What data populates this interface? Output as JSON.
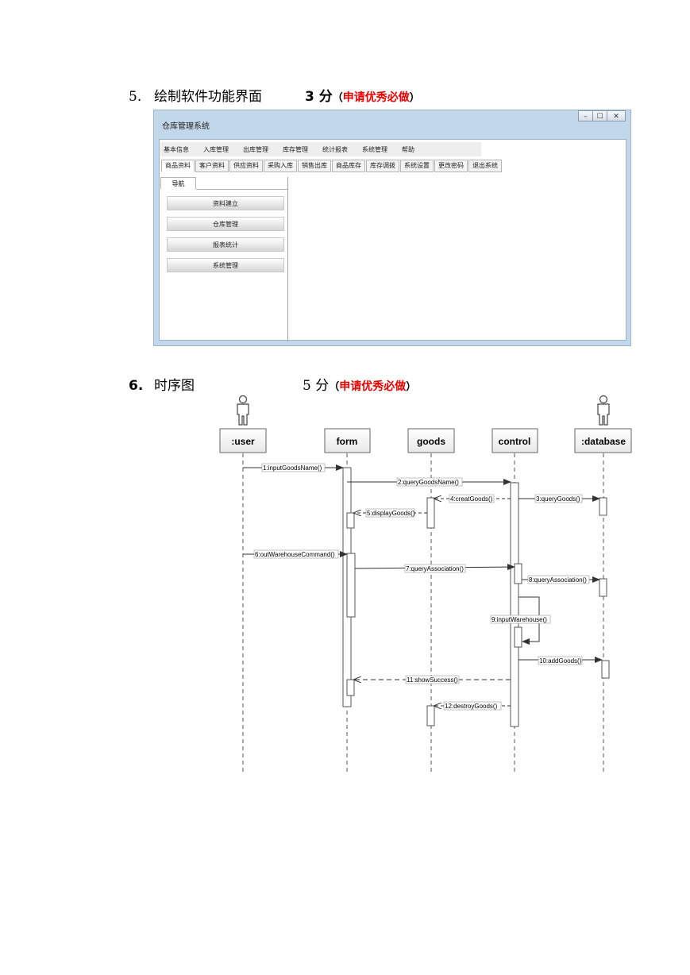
{
  "section5": {
    "num": "5.",
    "title": "绘制软件功能界面",
    "points": "3 分",
    "paren_open": "（",
    "note": "申请优秀必做",
    "paren_close": "）"
  },
  "window": {
    "title": "仓库管理系统",
    "controls": [
      "–",
      "☐",
      "✕"
    ],
    "menus": [
      "基本信息",
      "入库管理",
      "出库管理",
      "库存管理",
      "统计报表",
      "系统管理",
      "帮助"
    ],
    "tabs": [
      "商品资料",
      "客户资料",
      "供应资料",
      "采购入库",
      "销售出库",
      "商品库存",
      "库存调拨",
      "系统设置",
      "更改密码",
      "退出系统"
    ],
    "nav_title": "导航",
    "nav_buttons": [
      "资料建立",
      "仓库管理",
      "报表统计",
      "系统管理"
    ]
  },
  "section6": {
    "num": "6.",
    "title": "时序图",
    "points": "5 分",
    "paren_open": "（",
    "note": "申请优秀必做",
    "paren_close": "）"
  },
  "diagram": {
    "lifelines": [
      ":user",
      "form",
      "goods",
      "control",
      ":database"
    ],
    "messages": [
      "1:inputGoodsName()",
      "2:queryGoodsName()",
      "3:queryGoods()",
      "4:creatGoods()",
      "5:displayGoods()",
      "6:outWarehouseCommand()",
      "7:queryAssociation()",
      "8:queryAssociation()",
      "9:inputWarehouse()",
      "10:addGoods()",
      "11:showSuccess()",
      "12:destroyGoods()"
    ]
  }
}
